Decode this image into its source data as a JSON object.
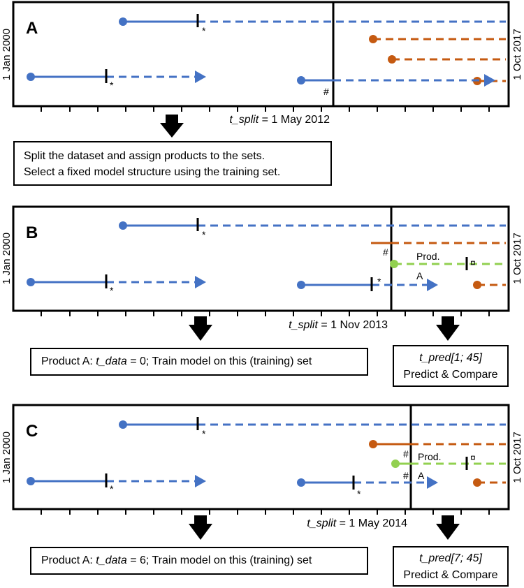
{
  "panels": [
    {
      "id": "A",
      "label": "A",
      "left_axis": "1 Jan 2000",
      "right_axis": "1 Oct 2017",
      "split_var": "t_split",
      "split_value": " = 1 May 2012",
      "marks": {
        "star1": "*",
        "star2": "*",
        "hash": "#"
      }
    },
    {
      "id": "B",
      "label": "B",
      "left_axis": "1 Jan 2000",
      "right_axis": "1 Oct 2017",
      "split_var": "t_split",
      "split_value": " = 1 Nov 2013",
      "marks": {
        "star1": "*",
        "star2": "*",
        "star3": "*",
        "hash": "#",
        "prod": "Prod.",
        "a": "A",
        "curr": "¤"
      }
    },
    {
      "id": "C",
      "label": "C",
      "left_axis": "1 Jan 2000",
      "right_axis": "1 Oct 2017",
      "split_var": "t_split",
      "split_value": " = 1 May 2014",
      "marks": {
        "star1": "*",
        "star2": "*",
        "star3": "*",
        "hash1": "#",
        "hash2": "#",
        "prod": "Prod.",
        "a": "A",
        "curr": "¤"
      }
    }
  ],
  "step1": {
    "line1": "Split the dataset and assign products to the sets.",
    "line2": "Select a fixed model structure using the training set."
  },
  "panelB_boxes": {
    "train_prefix": "Product A: ",
    "train_var": "t_data",
    "train_suffix": " = 0; Train model on this (training) set",
    "pred_var": "t_pred[1; 45]",
    "pred_label": "Predict & Compare"
  },
  "panelC_boxes": {
    "train_prefix": "Product A: ",
    "train_var": "t_data",
    "train_suffix": " = 6; Train model on this (training) set",
    "pred_var": "t_pred[7; 45]",
    "pred_label": "Predict & Compare"
  },
  "colors": {
    "blue": "#4472C4",
    "orange": "#C55A11",
    "green": "#92D050",
    "black": "#000000"
  }
}
